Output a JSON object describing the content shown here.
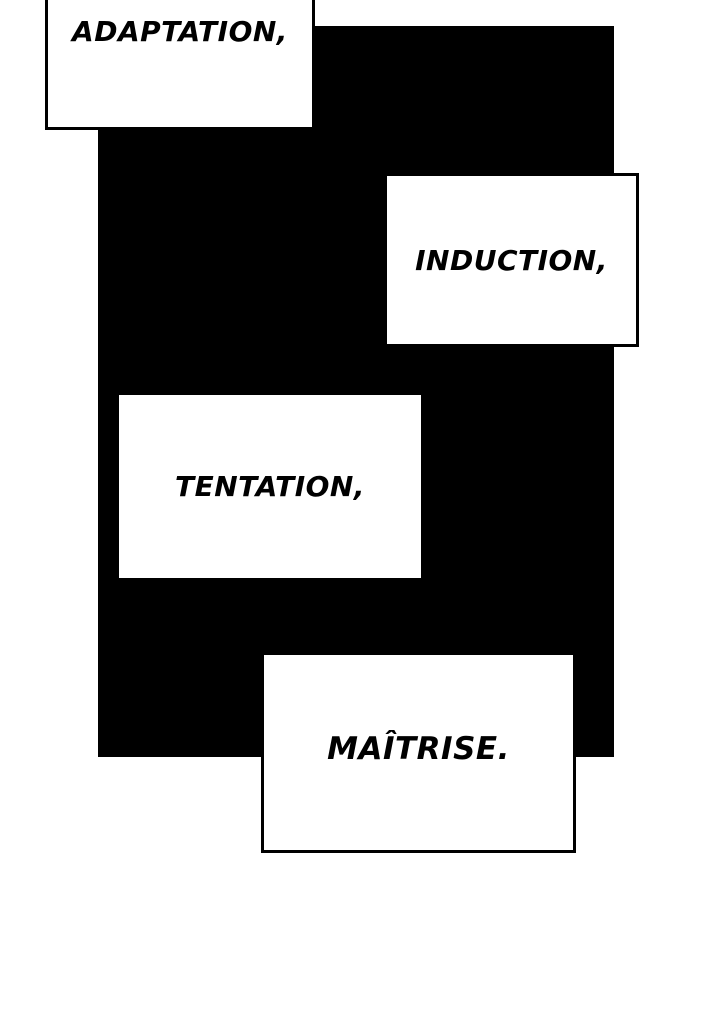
{
  "colors": {
    "background": "#ffffff",
    "panel": "#000000",
    "caption_fill": "#ffffff",
    "caption_border": "#000000",
    "text": "#000000"
  },
  "captions": [
    {
      "text": "ADAPTATION,"
    },
    {
      "text": "INDUCTION,"
    },
    {
      "text": "TENTATION,"
    },
    {
      "text": "MAÎTRISE."
    }
  ]
}
